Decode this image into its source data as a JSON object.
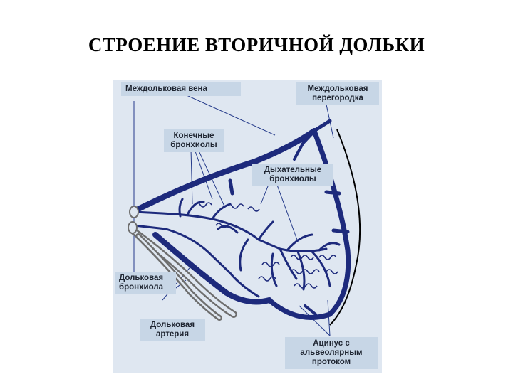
{
  "slide": {
    "title": "СТРОЕНИЕ ВТОРИЧНОЙ ДОЛЬКИ"
  },
  "diagram": {
    "background_color": "#dfe7f1",
    "vessel_color": "#1d2a7c",
    "label_background": "#c7d6e6",
    "labels": {
      "interlobular_vein": "Междольковая вена",
      "interlobular_septum": "Междольковая\nперегородка",
      "terminal_bronchioles": "Конечные\nбронхиолы",
      "respiratory_bronchioles": "Дыхательные\nбронхиолы",
      "lobular_bronchiole": "Дольковая\nбронхиола",
      "lobular_artery": "Дольковая\nартерия",
      "acinus": "Ацинус с\nальвеолярным\nпротоком"
    }
  }
}
